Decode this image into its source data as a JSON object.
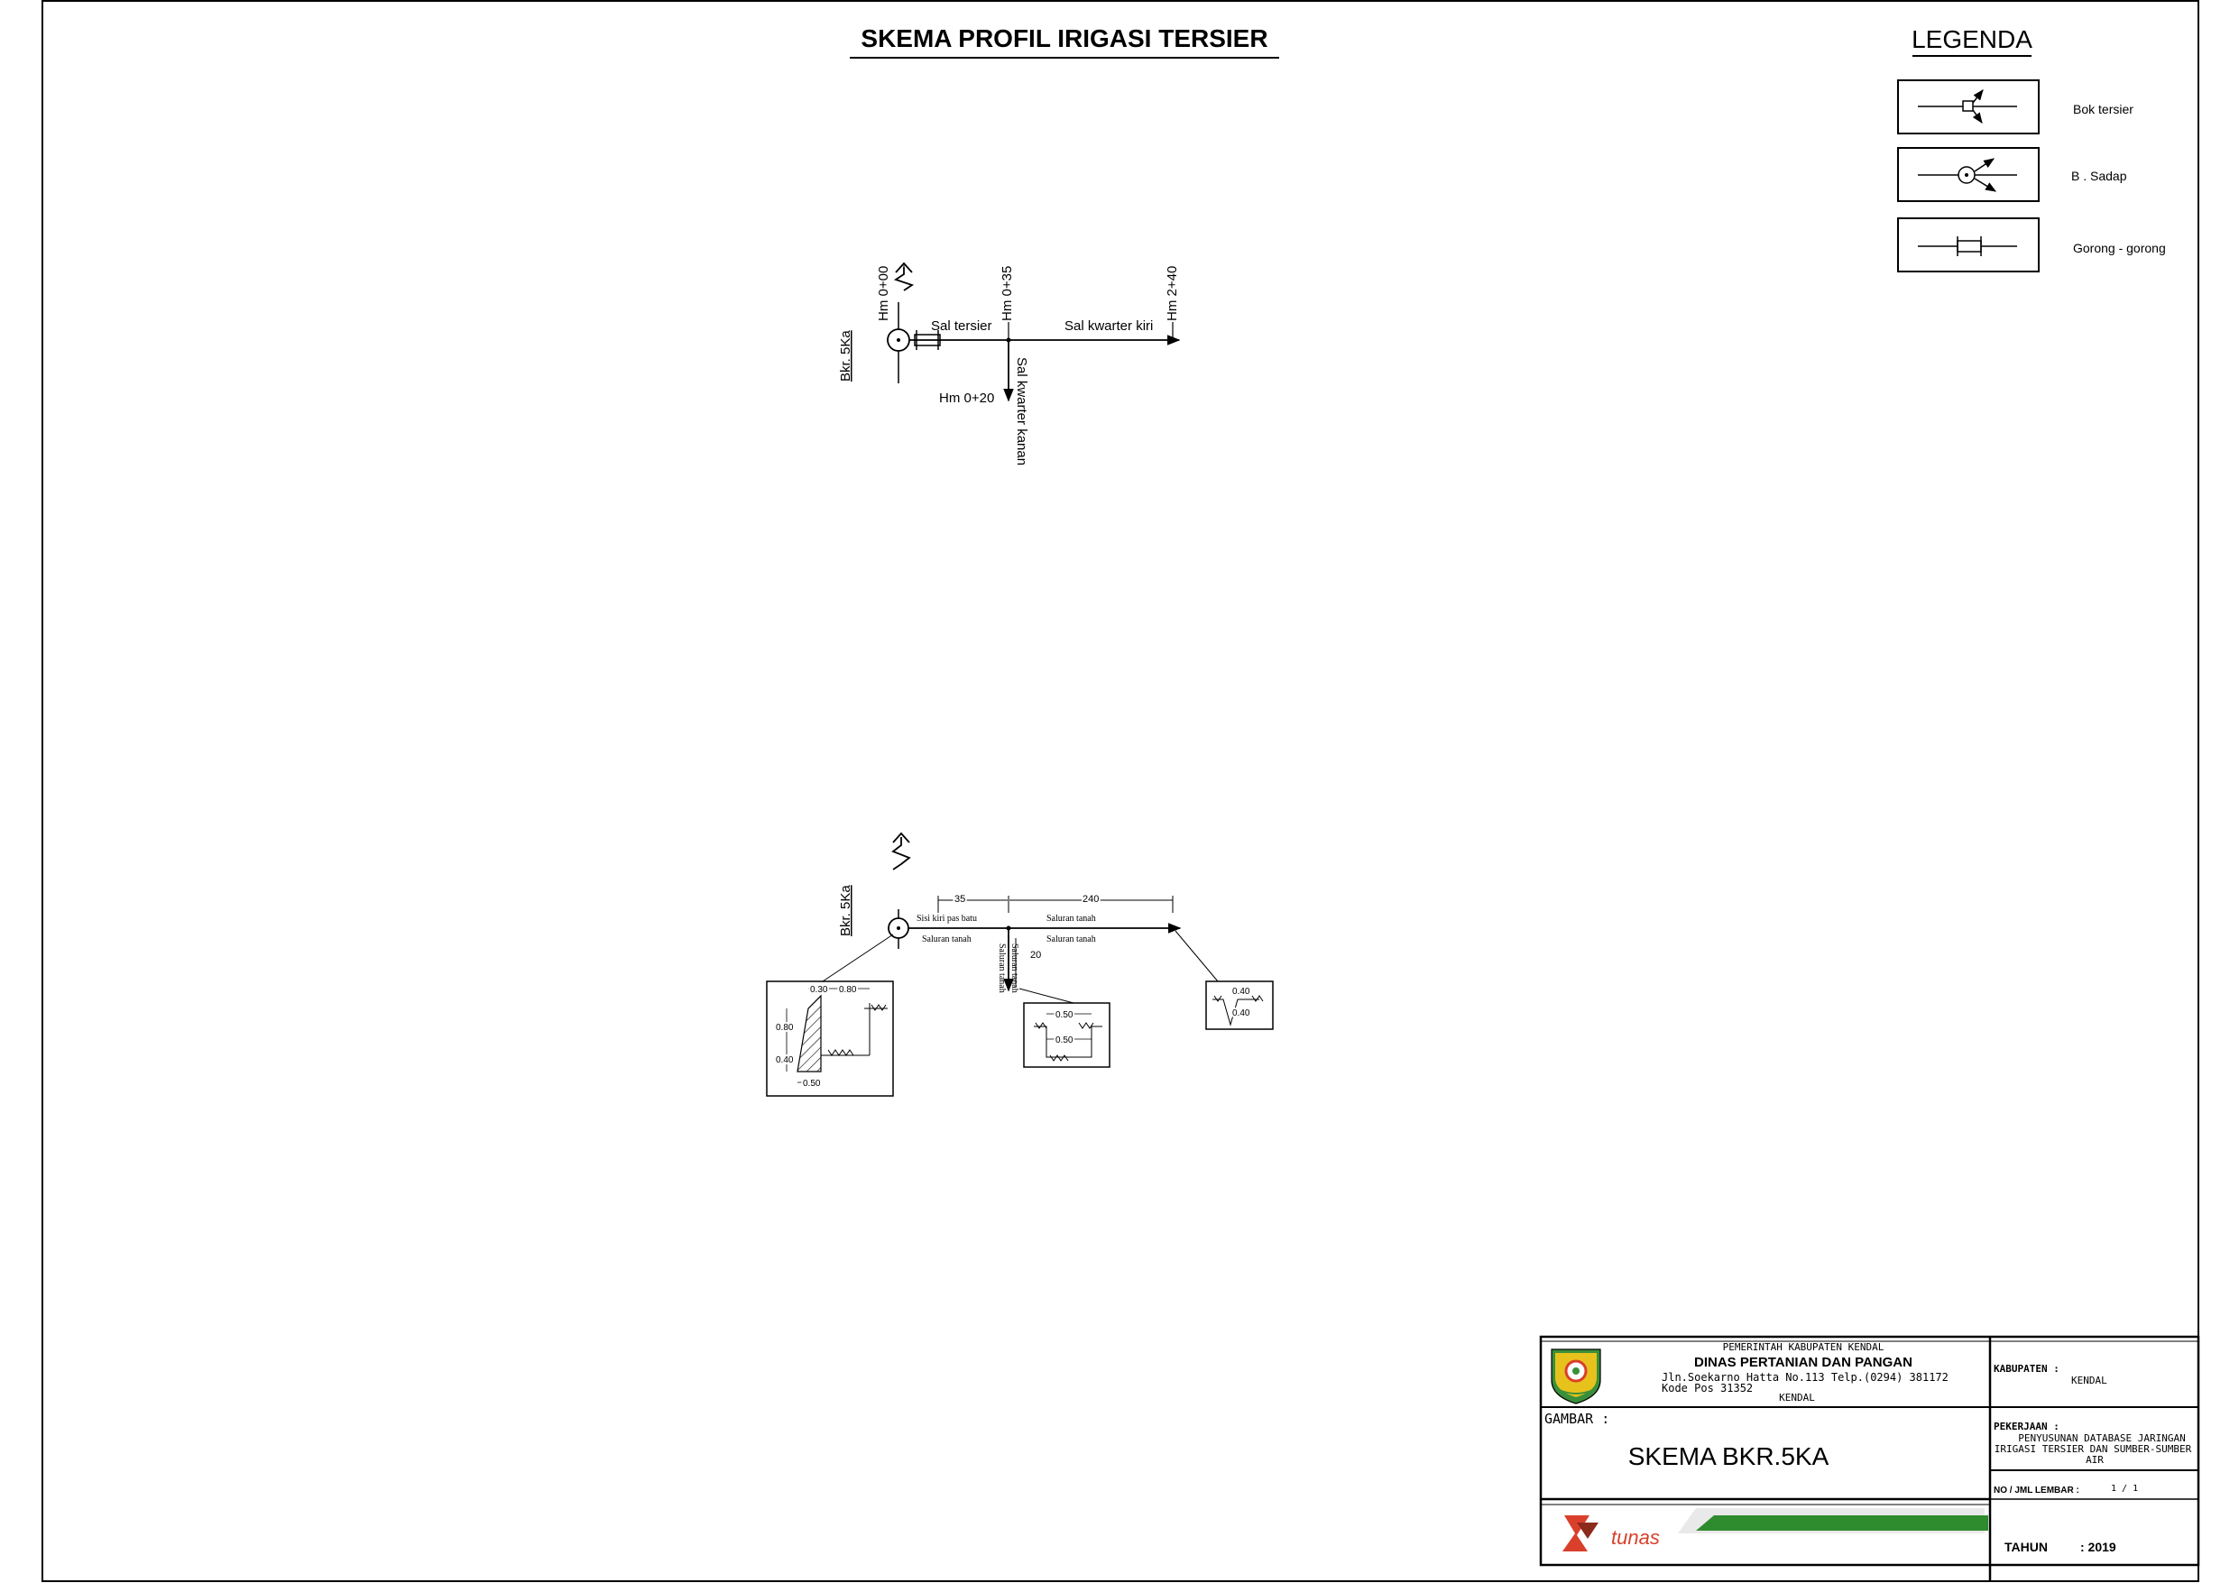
{
  "title": "SKEMA PROFIL IRIGASI TERSIER",
  "legend": {
    "heading": "LEGENDA",
    "items": [
      {
        "label": "Bok tersier",
        "icon": "bok-tersier-icon"
      },
      {
        "label": "B . Sadap",
        "icon": "bangunan-sadap-icon"
      },
      {
        "label": "Gorong - gorong",
        "icon": "gorong-gorong-icon"
      }
    ]
  },
  "schema_top": {
    "origin_label": "Bkr. 5Ka",
    "hm_start": "Hm 0+00",
    "hm_mid": "Hm 0+35",
    "hm_end": "Hm 2+40",
    "hm_down": "Hm 0+20",
    "sal_tersier": "Sal tersier",
    "sal_kwarter_kiri": "Sal kwarter kiri",
    "sal_kwarter_kanan": "Sal kwarter kanan"
  },
  "schema_bottom": {
    "origin_label": "Bkr. 5Ka",
    "len_1": "35",
    "len_2": "240",
    "len_down": "20",
    "seg1_top": "Sisi kiri pas batu",
    "seg1_bottom": "Saluran tanah",
    "seg2_top": "Saluran tanah",
    "seg2_bottom": "Saluran tanah",
    "down_left": "Saluran tanah",
    "down_right": "Saluran tanah",
    "section1": {
      "w_top": "0.30",
      "w_top2": "0.80",
      "h1": "0.80",
      "h2": "0.40",
      "w_bottom": "0.50"
    },
    "section2": {
      "w": "0.50",
      "h": "0.50"
    },
    "section3": {
      "w": "0.40",
      "h": "0.40"
    }
  },
  "title_block": {
    "org_line1": "PEMERINTAH KABUPATEN KENDAL",
    "org_line2": "DINAS PERTANIAN DAN PANGAN",
    "org_line3": "Jln.Soekarno Hatta No.113 Telp.(0294) 381172",
    "org_line4": "Kode Pos 31352",
    "org_line5": "KENDAL",
    "kabupaten_label": "KABUPATEN :",
    "kabupaten_value": "KENDAL",
    "gambar_label": "GAMBAR :",
    "gambar_value": "SKEMA BKR.5KA",
    "pekerjaan_label": "PEKERJAAN :",
    "pekerjaan_line1": "PENYUSUNAN DATABASE JARINGAN",
    "pekerjaan_line2": "IRIGASI TERSIER DAN SUMBER-SUMBER",
    "pekerjaan_line3": "AIR",
    "lembar_label": "NO / JML LEMBAR :",
    "lembar_value": "1 / 1",
    "tahun_label": "TAHUN",
    "tahun_value": ": 2019",
    "company_logo_text": "tunas"
  },
  "colors": {
    "line": "#000000",
    "logo_green": "#2e8b2e",
    "logo_red": "#d9402b",
    "emblem_green": "#3a8f3a",
    "emblem_yellow": "#e8c21c"
  }
}
